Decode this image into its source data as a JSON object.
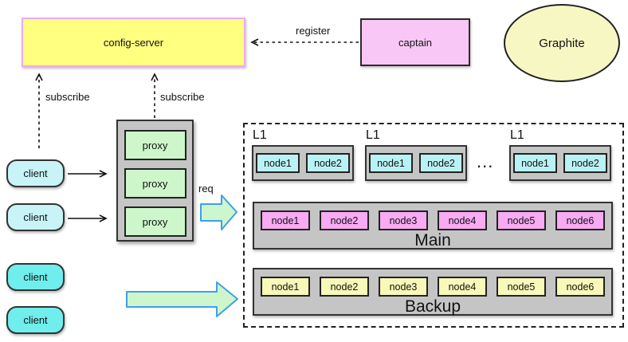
{
  "colors": {
    "config_server_fill": "#FFFF80",
    "config_server_border": "#F0AAF0",
    "captain_fill": "#F9C7F6",
    "graphite_fill": "#F7F7C4",
    "container_gray": "#C5C5C5",
    "proxy_green": "#CDF7CB",
    "client_cyan_light": "#C8F4F7",
    "client_cyan_bright": "#70EDED",
    "node_cyan": "#B9F2F4",
    "node_pink": "#F8AAF3",
    "node_yellow": "#F8F8B9",
    "block_arrow_fill": "#CDF6CC",
    "block_arrow_stroke": "#3FA0E8"
  },
  "nodes_top": {
    "config_server": "config-server",
    "captain": "captain",
    "graphite": "Graphite"
  },
  "labels": {
    "register": "register",
    "subscribe_left": "subscribe",
    "subscribe_right": "subscribe",
    "req": "req",
    "ellipsis": "..."
  },
  "proxies": [
    "proxy",
    "proxy",
    "proxy"
  ],
  "clients": [
    "client",
    "client",
    "client",
    "client"
  ],
  "cluster": {
    "l1_groups": [
      {
        "label": "L1",
        "nodes": [
          "node1",
          "node2"
        ]
      },
      {
        "label": "L1",
        "nodes": [
          "node1",
          "node2"
        ]
      },
      {
        "label": "L1",
        "nodes": [
          "node1",
          "node2"
        ]
      }
    ],
    "main": {
      "label": "Main",
      "nodes": [
        "node1",
        "node2",
        "node3",
        "node4",
        "node5",
        "node6"
      ]
    },
    "backup": {
      "label": "Backup",
      "nodes": [
        "node1",
        "node2",
        "node3",
        "node4",
        "node5",
        "node6"
      ]
    }
  }
}
